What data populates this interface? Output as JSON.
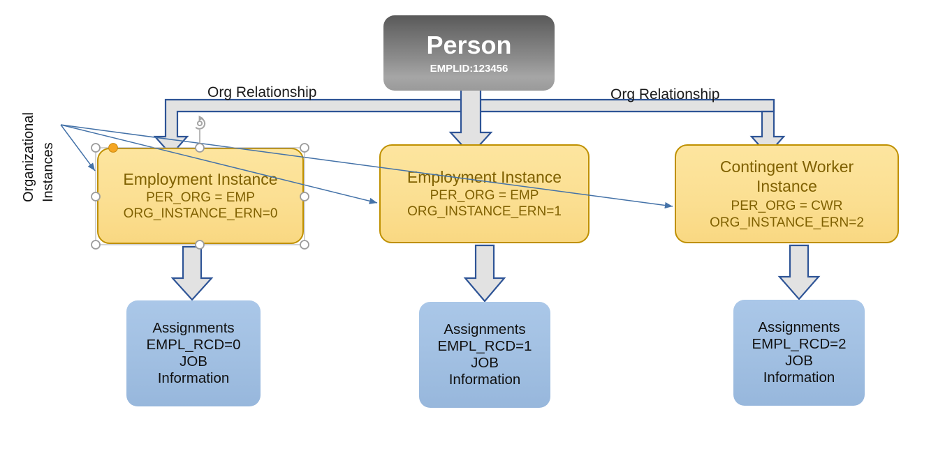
{
  "diagram": {
    "type": "hierarchy-diagram",
    "background": "#FFFFFF",
    "colors": {
      "person_fill_top": "#595959",
      "person_fill_bottom": "#A6A6A6",
      "person_text": "#FFFFFF",
      "instance_fill": "#FBDF92",
      "instance_border": "#BF9000",
      "instance_text": "#7F6000",
      "assignment_fill": "#A3C1E3",
      "assignment_text": "#111111",
      "block_arrow_fill": "#E2E2E2",
      "block_arrow_border": "#2E5496",
      "callout_line": "#4472A8",
      "selection_handle_fill": "#FFFFFF",
      "selection_handle_border": "#9C9C9C",
      "adjust_handle_fill": "#F5A623"
    },
    "root": {
      "title": "Person",
      "subtitle": "EMPLID:123456"
    },
    "connector_labels": [
      {
        "text": "Org Relationship"
      },
      {
        "text": "Org Relationship"
      }
    ],
    "side_label": {
      "line1": "Organizational",
      "line2": "Instances",
      "orientation": "rotated-90-ccw",
      "callout_arrows": 3
    },
    "instances": [
      {
        "title": "Employment Instance",
        "attr1": "PER_ORG = EMP",
        "attr2": "ORG_INSTANCE_ERN=0",
        "selected": true
      },
      {
        "title": "Employment Instance",
        "attr1": "PER_ORG = EMP",
        "attr2": "ORG_INSTANCE_ERN=1",
        "selected": false
      },
      {
        "title": "Contingent Worker Instance",
        "attr1": "PER_ORG = CWR",
        "attr2": "ORG_INSTANCE_ERN=2",
        "selected": false
      }
    ],
    "assignments": [
      {
        "line1": "Assignments",
        "line2": "EMPL_RCD=0",
        "line3": "JOB",
        "line4": "Information"
      },
      {
        "line1": "Assignments",
        "line2": "EMPL_RCD=1",
        "line3": "JOB",
        "line4": "Information"
      },
      {
        "line1": "Assignments",
        "line2": "EMPL_RCD=2",
        "line3": "JOB",
        "line4": "Information"
      }
    ],
    "selection": {
      "rotate_handle_icon": "rotate-icon",
      "handle_count": 8
    }
  }
}
